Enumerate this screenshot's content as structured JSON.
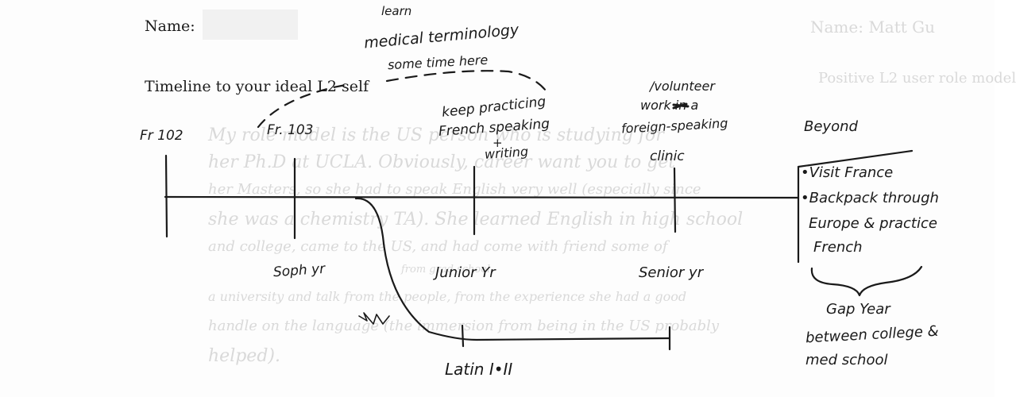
{
  "printed": {
    "name_label": "Name:",
    "timeline_title": "Timeline to your ideal L2 self"
  },
  "bleed_through": {
    "name_value": "Name: Matt Gu",
    "heading": "Positive L2 user role model",
    "lines": [
      "My role model is the US person who is studying for",
      "her Ph.D at UCLA. Obviously, career want you to get",
      "her Masters, so she had to speak English very well (especially since",
      "she was a chemistry TA). She learned English in high school",
      "and college, came to the US, and had come with friend some of",
      "from grad school",
      "a university and talk from the people, from the experience she had a good",
      "handle on the language (the immersion from being in the US probably",
      "helped)."
    ]
  },
  "handwriting": {
    "note_top": [
      "learn",
      "medical terminology",
      "some time here"
    ],
    "fr102": "Fr 102",
    "fr103": "Fr. 103",
    "keep_practicing": [
      "keep practicing",
      "French speaking",
      "+",
      "writing"
    ],
    "volunteer": [
      "/volunteer",
      "work in a",
      "foreign-speaking",
      "clinic"
    ],
    "beyond": "Beyond",
    "beyond_list": [
      "•Visit France",
      "•Backpack through",
      "Europe & practice",
      "French"
    ],
    "soph": "Soph yr",
    "junior": "Junior Yr",
    "senior": "Senior yr",
    "latin": "Latin I•II",
    "gap_year": [
      "Gap Year",
      "between college &",
      "med school"
    ]
  },
  "colors": {
    "ink": "#1a1a1a",
    "bleed": "#d9d9d9",
    "paper": "#fdfdfd"
  }
}
